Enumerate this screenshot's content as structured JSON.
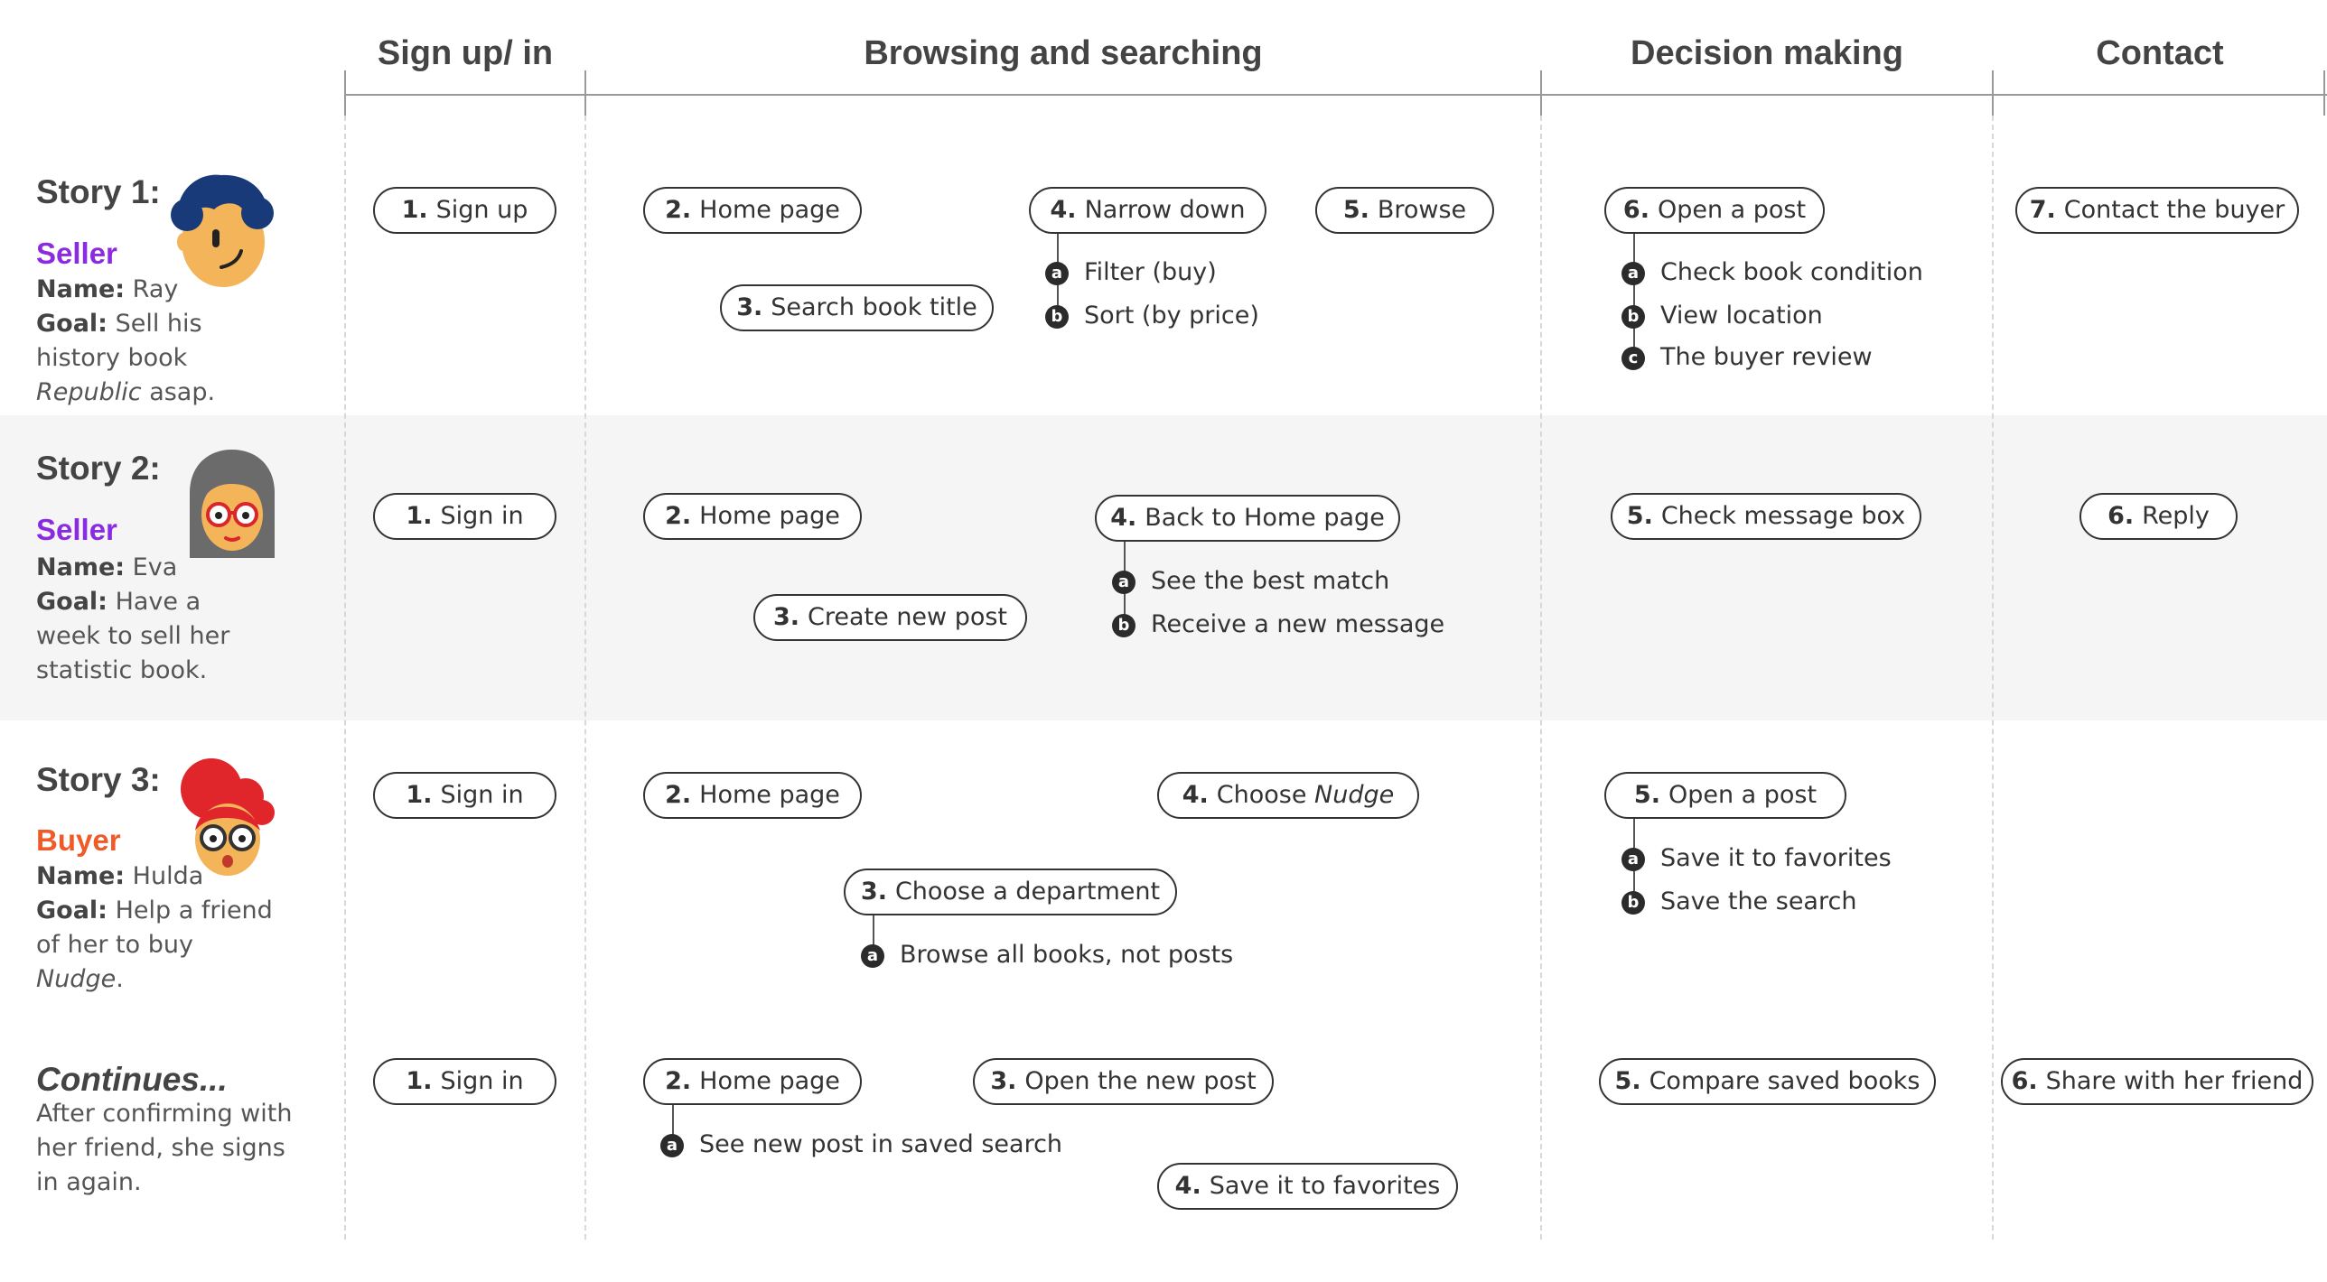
{
  "columns": [
    "Sign up/ in",
    "Browsing and searching",
    "Decision making",
    "Contact"
  ],
  "stories": [
    {
      "title": "Story 1:",
      "role": "Seller",
      "role_color": "#8a2be2",
      "name_label": "Name:",
      "name": "Ray",
      "goal_label": "Goal:",
      "goal_pre": "Sell his history book ",
      "goal_em": "Republic",
      "goal_post": " asap.",
      "avatar": "man-blue-hair-avatar",
      "steps": [
        {
          "n": "1.",
          "label": "Sign up"
        },
        {
          "n": "2.",
          "label": "Home page"
        },
        {
          "n": "3.",
          "label": "Search book title"
        },
        {
          "n": "4.",
          "label": "Narrow down",
          "subs": [
            {
              "k": "a",
              "t": "Filter (buy)"
            },
            {
              "k": "b",
              "t": "Sort (by price)"
            }
          ]
        },
        {
          "n": "5.",
          "label": "Browse"
        },
        {
          "n": "6.",
          "label": "Open a post",
          "subs": [
            {
              "k": "a",
              "t": "Check book condition"
            },
            {
              "k": "b",
              "t": "View location"
            },
            {
              "k": "c",
              "t": "The buyer review"
            }
          ]
        },
        {
          "n": "7.",
          "label": "Contact the buyer"
        }
      ]
    },
    {
      "title": "Story 2:",
      "role": "Seller",
      "role_color": "#8a2be2",
      "name_label": "Name:",
      "name": "Eva",
      "goal_label": "Goal:",
      "goal_pre": "Have a week to sell her statistic book.",
      "goal_em": "",
      "goal_post": "",
      "avatar": "woman-gray-hair-avatar",
      "steps": [
        {
          "n": "1.",
          "label": "Sign in"
        },
        {
          "n": "2.",
          "label": "Home page"
        },
        {
          "n": "3.",
          "label": "Create new post"
        },
        {
          "n": "4.",
          "label": "Back to Home page",
          "subs": [
            {
              "k": "a",
              "t": "See the best match"
            },
            {
              "k": "b",
              "t": "Receive a new message"
            }
          ]
        },
        {
          "n": "5.",
          "label": "Check message box"
        },
        {
          "n": "6.",
          "label": "Reply"
        }
      ]
    },
    {
      "title": "Story 3:",
      "role": "Buyer",
      "role_color": "#f05a28",
      "name_label": "Name:",
      "name": "Hulda",
      "goal_label": "Goal:",
      "goal_pre": "Help a friend of her to buy ",
      "goal_em": "Nudge",
      "goal_post": ".",
      "avatar": "woman-red-hair-avatar",
      "steps": [
        {
          "n": "1.",
          "label": "Sign in"
        },
        {
          "n": "2.",
          "label": "Home page"
        },
        {
          "n": "3.",
          "label": "Choose a department",
          "subs": [
            {
              "k": "a",
              "t": "Browse all books, not posts"
            }
          ]
        },
        {
          "n": "4.",
          "label_pre": "Choose ",
          "label_em": "Nudge"
        },
        {
          "n": "5.",
          "label": "Open a post",
          "subs": [
            {
              "k": "a",
              "t": "Save it to favorites"
            },
            {
              "k": "b",
              "t": "Save the search"
            }
          ]
        }
      ]
    },
    {
      "title": "Continues...",
      "desc": "After confirming with her friend, she signs in again.",
      "steps": [
        {
          "n": "1.",
          "label": "Sign in"
        },
        {
          "n": "2.",
          "label": "Home page",
          "subs": [
            {
              "k": "a",
              "t": "See new post in saved search"
            }
          ]
        },
        {
          "n": "3.",
          "label": "Open the new post"
        },
        {
          "n": "4.",
          "label": "Save it to favorites"
        },
        {
          "n": "5.",
          "label": "Compare saved books"
        },
        {
          "n": "6.",
          "label": "Share with her friend"
        }
      ]
    }
  ]
}
